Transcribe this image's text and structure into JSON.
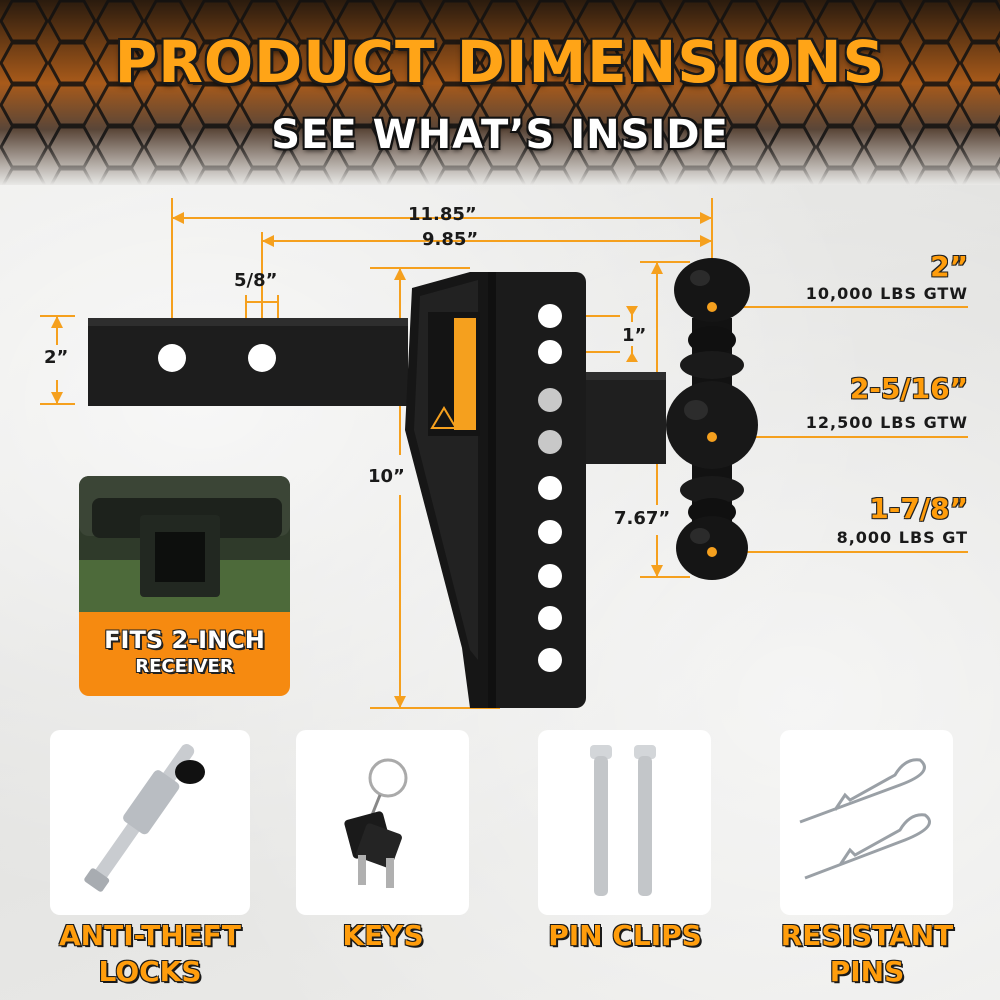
{
  "header": {
    "title": "PRODUCT DIMENSIONS",
    "subtitle": "SEE WHAT’S INSIDE"
  },
  "dimensions": {
    "overall_length": "11.85”",
    "shank_length": "9.85”",
    "hole_diameter": "5/8”",
    "shank_height": "2”",
    "hole_spacing": "1”",
    "drop_height": "10”",
    "ball_span": "7.67”"
  },
  "balls": [
    {
      "size": "2”",
      "rating": "10,000 LBS GTW"
    },
    {
      "size": "2-5/16”",
      "rating": "12,500 LBS GTW"
    },
    {
      "size": "1-7/8”",
      "rating": "8,000 LBS GT"
    }
  ],
  "receiver_badge": {
    "line1": "FITS 2-INCH",
    "line2": "RECEIVER"
  },
  "accessories": [
    {
      "name": "anti-theft-locks",
      "label_line1": "ANTI-THEFT",
      "label_line2": "LOCKS"
    },
    {
      "name": "keys",
      "label_line1": "KEYS",
      "label_line2": ""
    },
    {
      "name": "pin-clips",
      "label_line1": "PIN CLIPS",
      "label_line2": ""
    },
    {
      "name": "resistant-pins",
      "label_line1": "RESISTANT",
      "label_line2": "PINS"
    }
  ],
  "colors": {
    "accent": "#ff9d0c",
    "dimension_line": "#f5a01e",
    "steel": "#1c1c1c",
    "background": "#e9e9e7"
  }
}
